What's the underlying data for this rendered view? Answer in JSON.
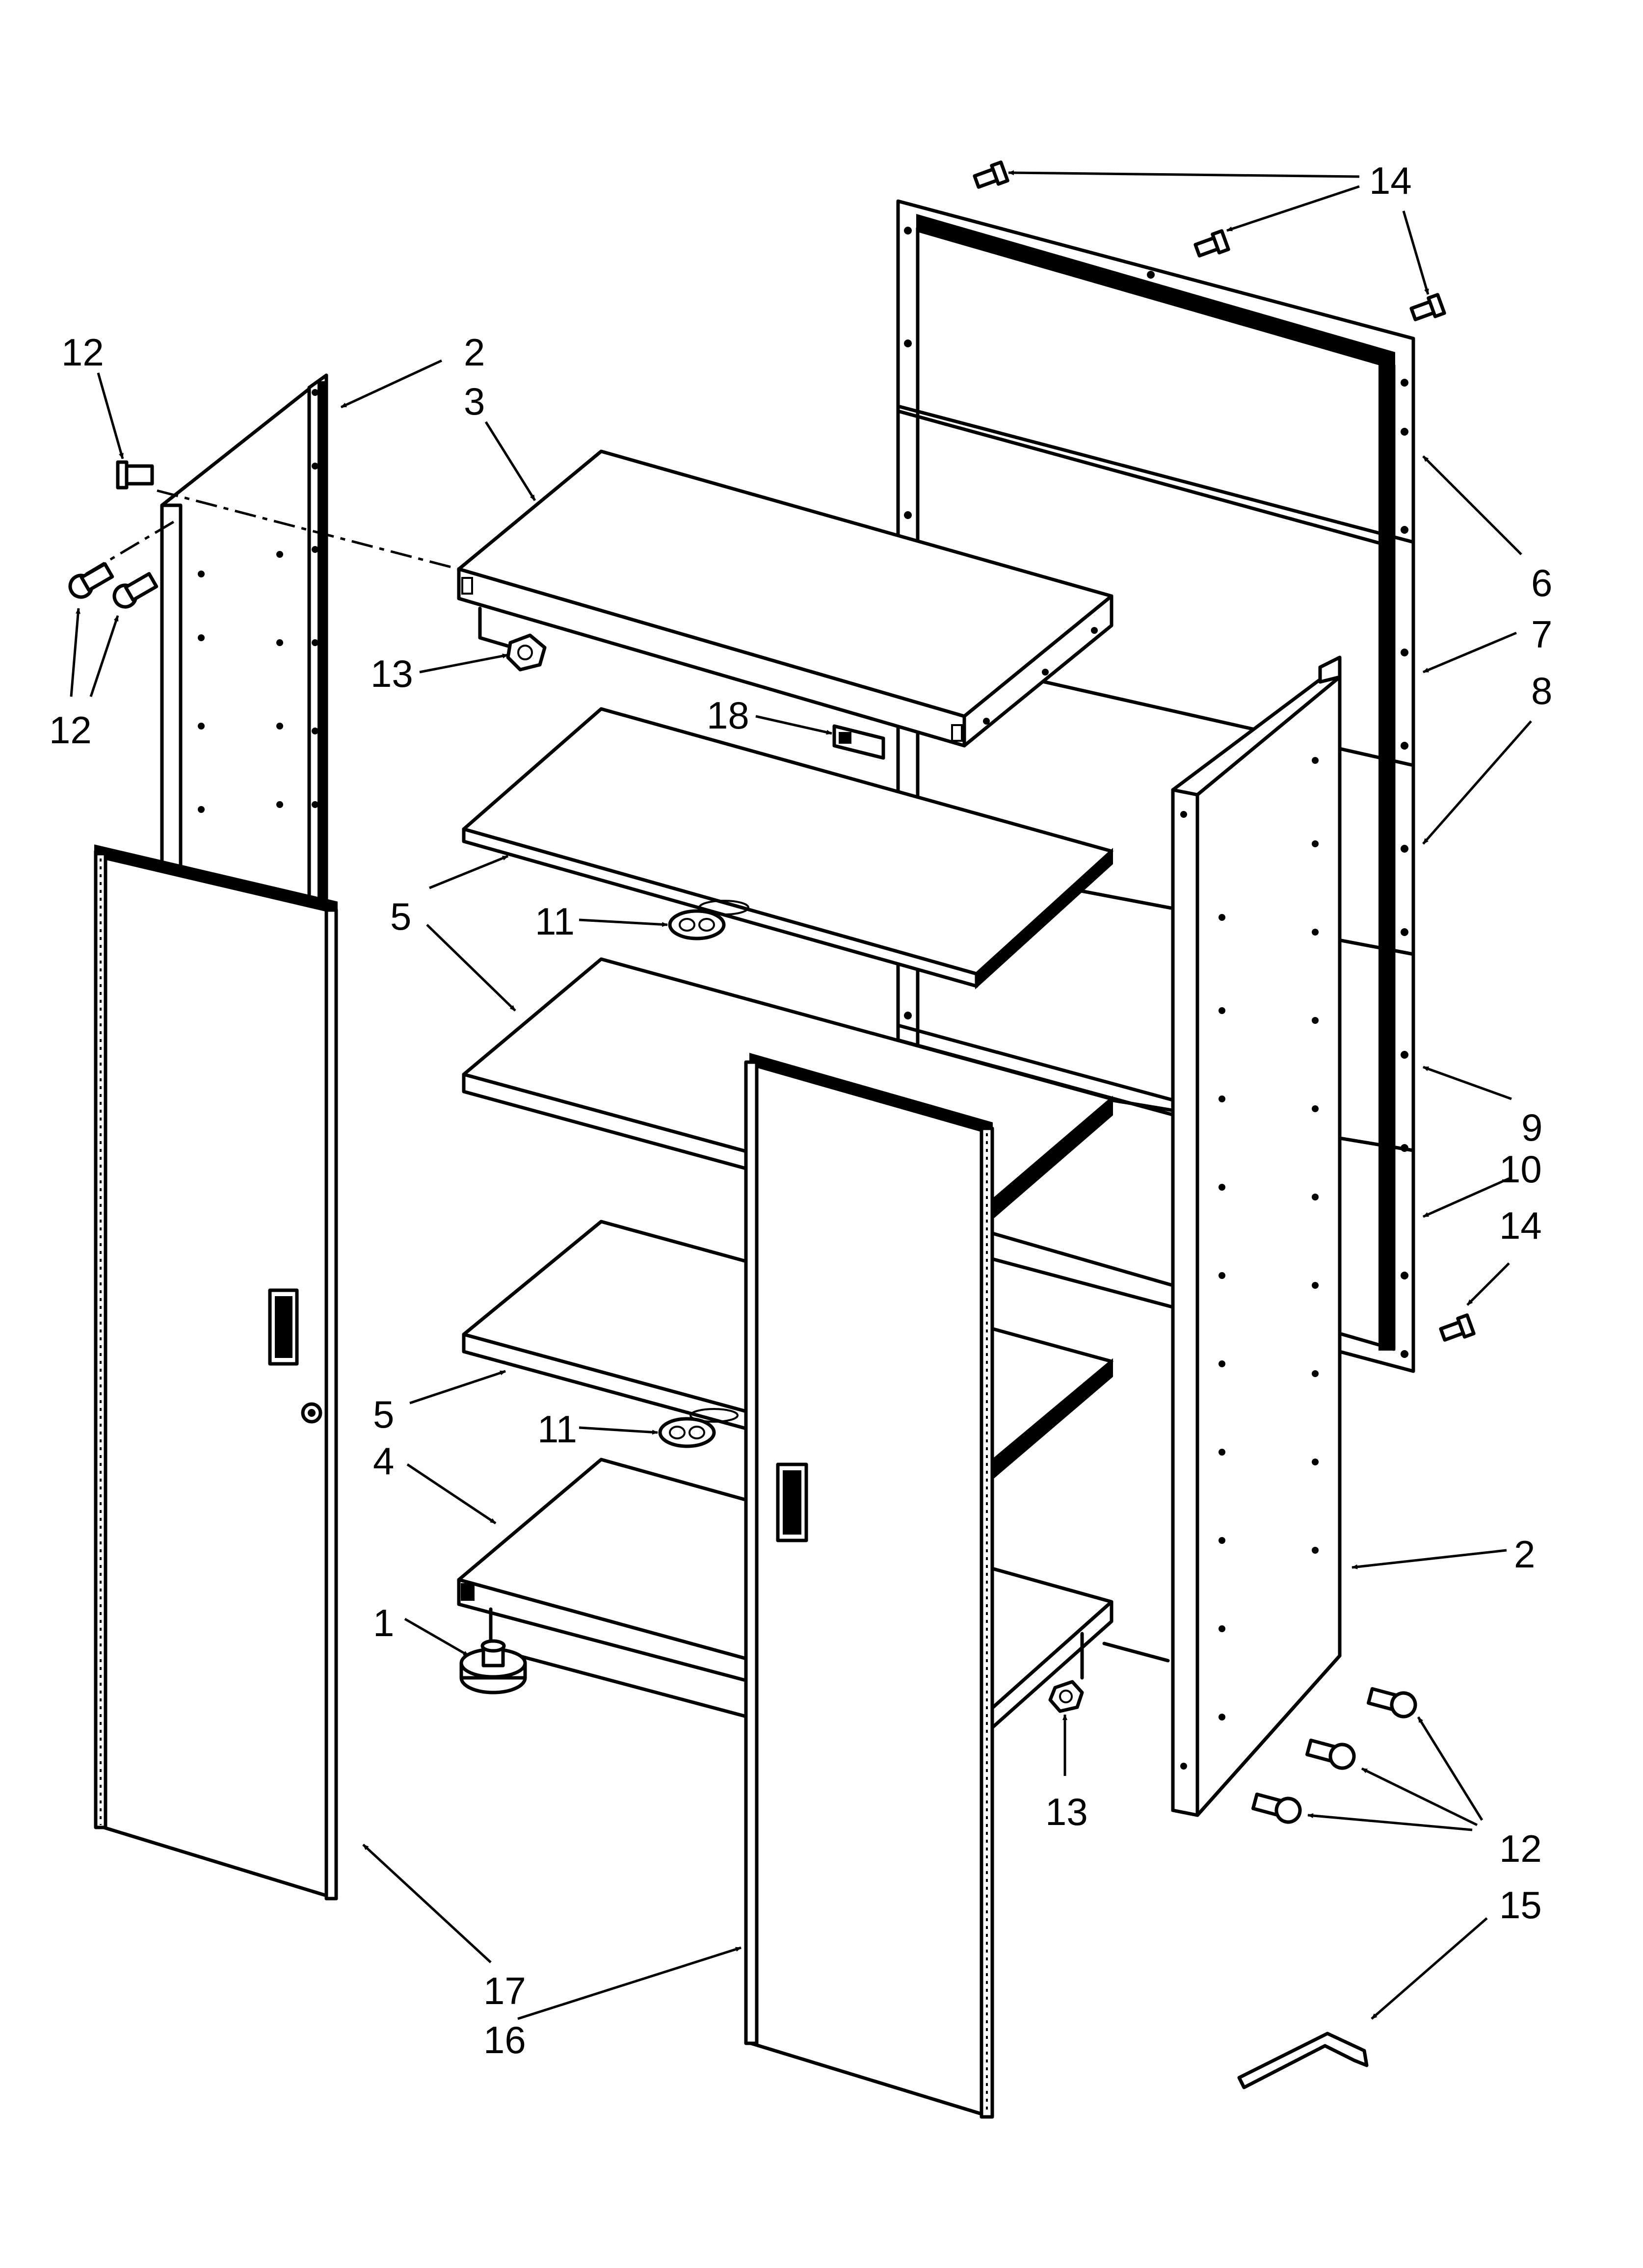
{
  "callouts": [
    {
      "id": "c14a",
      "text": "14"
    },
    {
      "id": "c12a",
      "text": "12"
    },
    {
      "id": "c2a",
      "text": "2"
    },
    {
      "id": "c3",
      "text": "3"
    },
    {
      "id": "c6",
      "text": "6"
    },
    {
      "id": "c7",
      "text": "7"
    },
    {
      "id": "c8",
      "text": "8"
    },
    {
      "id": "c13a",
      "text": "13"
    },
    {
      "id": "c12b",
      "text": "12"
    },
    {
      "id": "c18",
      "text": "18"
    },
    {
      "id": "c5a",
      "text": "5"
    },
    {
      "id": "c11a",
      "text": "11"
    },
    {
      "id": "c9",
      "text": "9"
    },
    {
      "id": "c10",
      "text": "10"
    },
    {
      "id": "c14b",
      "text": "14"
    },
    {
      "id": "c5b",
      "text": "5"
    },
    {
      "id": "c11b",
      "text": "11"
    },
    {
      "id": "c4",
      "text": "4"
    },
    {
      "id": "c2b",
      "text": "2"
    },
    {
      "id": "c1",
      "text": "1"
    },
    {
      "id": "c13b",
      "text": "13"
    },
    {
      "id": "c12c",
      "text": "12"
    },
    {
      "id": "c15",
      "text": "15"
    },
    {
      "id": "c17",
      "text": "17"
    },
    {
      "id": "c16",
      "text": "16"
    }
  ]
}
